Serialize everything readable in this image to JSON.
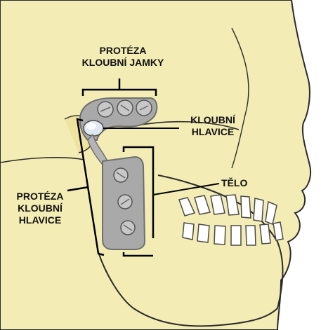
{
  "labels": {
    "fossa_prosthesis": "PROTÉZA\nKLOUBNÍ JAMKY",
    "condylar_head": "KLOUBNÍ\nHLAVICE",
    "body": "TĚLO",
    "condylar_prosthesis": "PROTÉZA\nKLOUBNÍ\nHLAVICE"
  },
  "colors": {
    "bone": "#f4ecb5",
    "bone_outline": "#2b2b2b",
    "teeth": "#ffffff",
    "metal": "#a9a9a9",
    "metal_dark": "#6f6f6f",
    "screw": "#c8c8c8",
    "bracket": "#000000"
  }
}
